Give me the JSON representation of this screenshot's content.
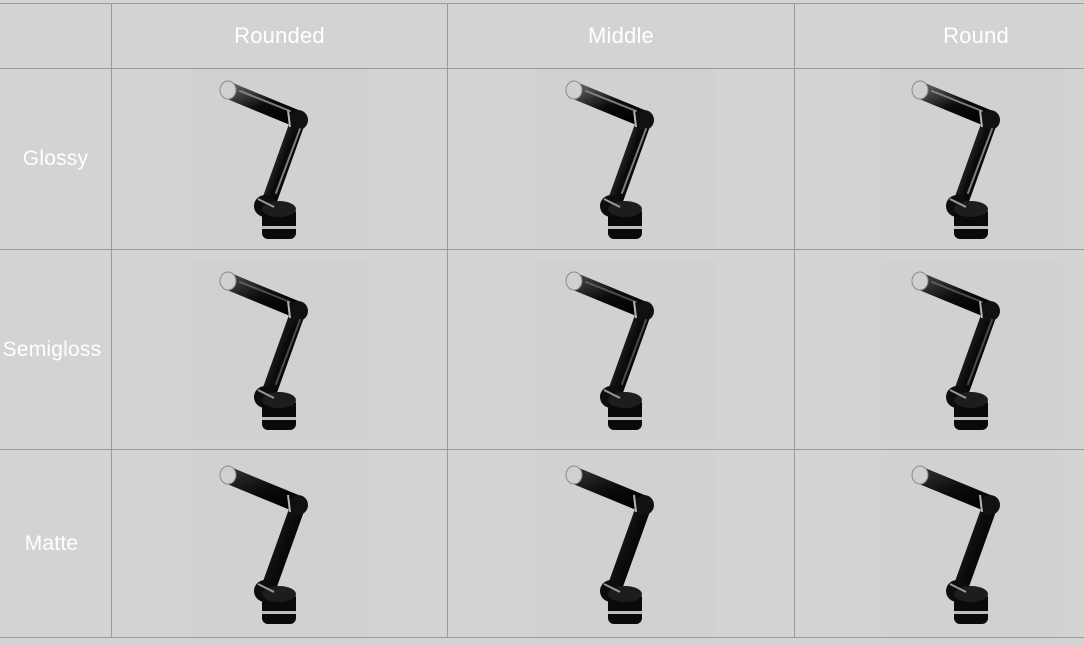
{
  "table": {
    "columns": [
      "Rounded",
      "Middle",
      "Round"
    ],
    "rows": [
      "Glossy",
      "Semigloss",
      "Matte"
    ]
  },
  "grid_colors": {
    "background": "#d3d3d3",
    "lines": "#9a9a9a",
    "label_text": "#ffffff",
    "arm_body": "#0b0b0b"
  },
  "cells": [
    {
      "row": "Glossy",
      "column": "Rounded",
      "icon": "robot-arm-image",
      "finish": "glossy"
    },
    {
      "row": "Glossy",
      "column": "Middle",
      "icon": "robot-arm-image",
      "finish": "glossy"
    },
    {
      "row": "Glossy",
      "column": "Round",
      "icon": "robot-arm-image",
      "finish": "glossy"
    },
    {
      "row": "Semigloss",
      "column": "Rounded",
      "icon": "robot-arm-image",
      "finish": "semigloss"
    },
    {
      "row": "Semigloss",
      "column": "Middle",
      "icon": "robot-arm-image",
      "finish": "semigloss"
    },
    {
      "row": "Semigloss",
      "column": "Round",
      "icon": "robot-arm-image",
      "finish": "semigloss"
    },
    {
      "row": "Matte",
      "column": "Rounded",
      "icon": "robot-arm-image",
      "finish": "matte"
    },
    {
      "row": "Matte",
      "column": "Middle",
      "icon": "robot-arm-image",
      "finish": "matte"
    },
    {
      "row": "Matte",
      "column": "Round",
      "icon": "robot-arm-image",
      "finish": "matte"
    }
  ]
}
